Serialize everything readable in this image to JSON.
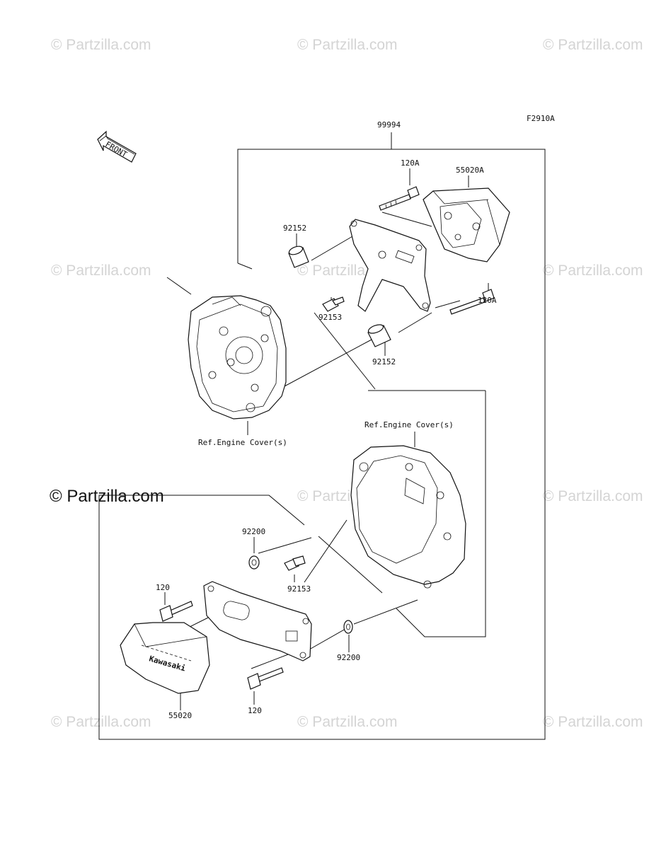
{
  "diagram": {
    "code": "F2910A",
    "front_arrow": "FRONT",
    "kit_part": "99994",
    "labels": {
      "p120A_top": "120A",
      "p55020A": "55020A",
      "p92152_top": "92152",
      "p92153_top": "92153",
      "p120A_right": "120A",
      "p92152_bottom": "92152",
      "ref_engine_cover_left": "Ref.Engine Cover(s)",
      "ref_engine_cover_right": "Ref.Engine Cover(s)",
      "p92200_top": "92200",
      "p92153_bottom": "92153",
      "p120_left": "120",
      "p92200_bottom": "92200",
      "p120_bottom": "120",
      "p55020": "55020"
    },
    "slider_brand": "Kawasaki"
  },
  "watermarks": {
    "faint": "© Partzilla.com",
    "main": "© Partzilla.com"
  },
  "colors": {
    "ink": "#111111",
    "watermark": "#d4d4d4",
    "background": "#ffffff"
  }
}
